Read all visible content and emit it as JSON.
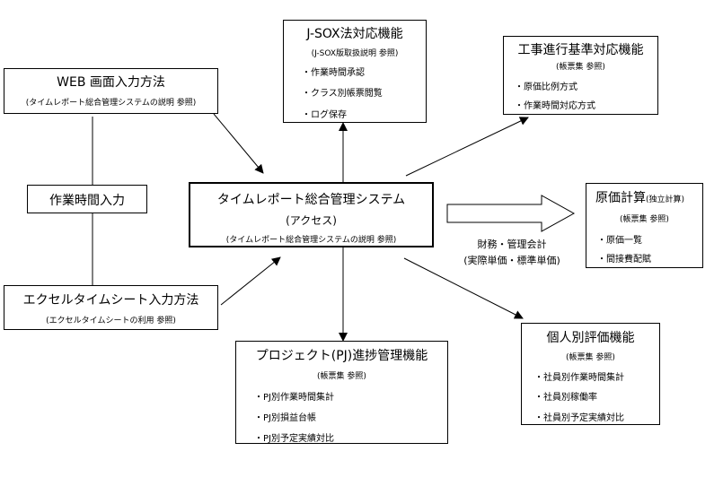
{
  "web_input": {
    "title": "WEB 画面入力方法",
    "note": "(タイムレポート総合管理システムの説明 参照)"
  },
  "excel_input": {
    "title": "エクセルタイムシート入力方法",
    "note": "(エクセルタイムシートの利用 参照)"
  },
  "worktime_input": {
    "title": "作業時間入力"
  },
  "center": {
    "title": "タイムレポート総合管理システム",
    "sub": "(アクセス)",
    "note": "(タイムレポート総合管理システムの説明 参照)"
  },
  "jsox": {
    "title": "J-SOX法対応機能",
    "note": "(J-SOX版取扱説明 参照)",
    "items": [
      "・作業時間承認",
      "・クラス別帳票閲覧",
      "・ログ保存"
    ]
  },
  "construction": {
    "title": "工事進行基準対応機能",
    "note": "(帳票集 参照)",
    "items": [
      "・原価比例方式",
      "・作業時間対応方式"
    ]
  },
  "cost": {
    "title": "原価計算",
    "title_small": "(独立計算)",
    "note": "(帳票集 参照)",
    "items": [
      "・原価一覧",
      "・間接費配賦"
    ]
  },
  "accounting_label": {
    "line1": "財務・管理会計",
    "line2": "(実際単価・標準単価)"
  },
  "personal": {
    "title": "個人別評価機能",
    "note": "(帳票集 参照)",
    "items": [
      "・社員別作業時間集計",
      "・社員別稼働率",
      "・社員別予定実績対比"
    ]
  },
  "project": {
    "title": "プロジェクト(PJ)進捗管理機能",
    "note": "(帳票集 参照)",
    "items": [
      "・PJ別作業時間集計",
      "・PJ別損益台帳",
      "・PJ別予定実績対比"
    ]
  }
}
